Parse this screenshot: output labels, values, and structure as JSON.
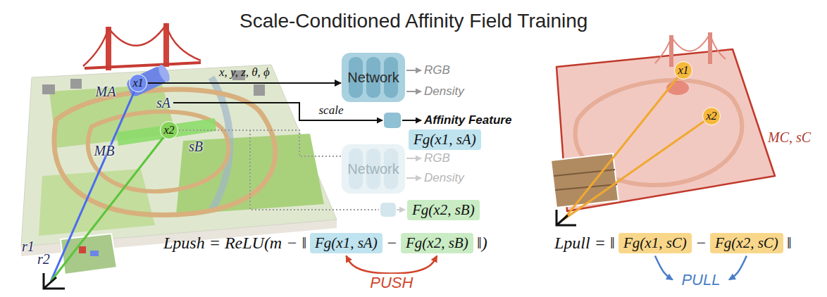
{
  "diagram": {
    "title": "Scale-Conditioned Affinity Field Training",
    "nodes": [
      {
        "text": [
          "x1"
        ]
      },
      {
        "text": [
          "x2"
        ]
      },
      {
        "text": [
          "Network"
        ]
      },
      {
        "text": [
          "Fg(x1, sA)"
        ]
      },
      {
        "text": [
          "Network"
        ]
      },
      {
        "text": [
          "Fg(x2, sB)"
        ]
      },
      {
        "text": [
          "Fg(x1, sA)"
        ]
      },
      {
        "text": [
          "Fg(x2, sB)"
        ]
      },
      {
        "text": [
          "x1"
        ]
      },
      {
        "text": [
          "x2"
        ]
      },
      {
        "text": [
          "Fg(x1, sC)"
        ]
      },
      {
        "text": [
          "Fg(x2, sC)"
        ]
      }
    ],
    "edges": [
      {
        "from": 0,
        "to": 2,
        "label": "x, y, z, θ, ϕ",
        "arrow": "to"
      },
      {
        "from": 1,
        "to": 4,
        "arrow": "none"
      },
      {
        "from": 6,
        "to": 7,
        "label": "PUSH",
        "arrow": "both"
      }
    ],
    "labels": [
      "MA",
      "sA",
      "MB",
      "sB",
      "r1",
      "r2",
      "scale",
      "RGB",
      "Density",
      "Affinity Feature",
      "RGB",
      "Density",
      "Lpush = ReLU(m − ‖",
      "−",
      "‖)",
      "MC, sC",
      "Lpull = ‖",
      "−",
      "‖",
      "PULL"
    ]
  }
}
